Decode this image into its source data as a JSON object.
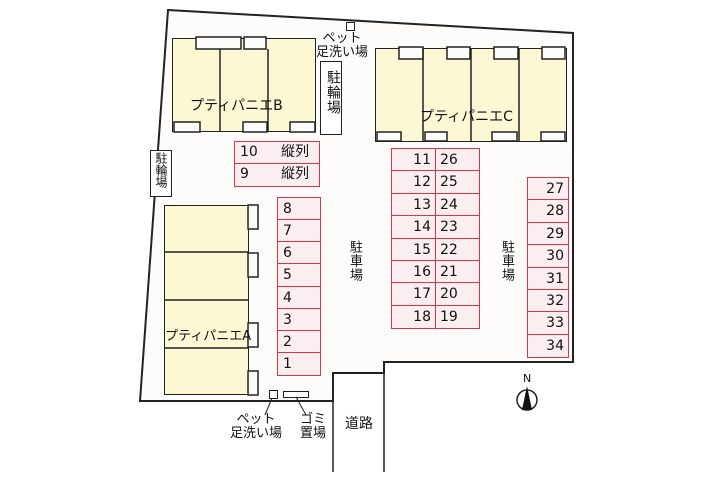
{
  "buildings": {
    "a": "プティパニエA",
    "b": "プティパニエB",
    "c": "プティパニエC"
  },
  "bike_parking": "駐輪場",
  "parking_label": "駐車場",
  "pet_wash": {
    "line1": "ペット",
    "line2": "足洗い場"
  },
  "garbage": {
    "line1": "ゴミ",
    "line2": "置場"
  },
  "road": "道路",
  "north": "N",
  "tandem": [
    {
      "no": "10",
      "note": "縦列"
    },
    {
      "no": "9",
      "note": "縦列"
    }
  ],
  "lot_left": [
    "8",
    "7",
    "6",
    "5",
    "4",
    "3",
    "2",
    "1"
  ],
  "lot_mid_left": [
    "11",
    "12",
    "13",
    "14",
    "15",
    "16",
    "17",
    "18"
  ],
  "lot_mid_right": [
    "26",
    "25",
    "24",
    "23",
    "22",
    "21",
    "20",
    "19"
  ],
  "lot_right": [
    "27",
    "28",
    "29",
    "30",
    "31",
    "32",
    "33",
    "34"
  ]
}
